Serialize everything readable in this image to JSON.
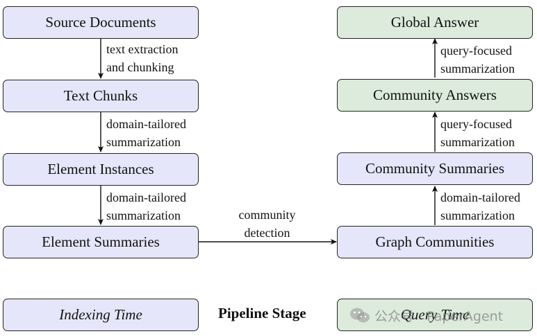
{
  "left_column": [
    {
      "label": "Source Documents"
    },
    {
      "label": "Text Chunks"
    },
    {
      "label": "Element Instances"
    },
    {
      "label": "Element Summaries"
    }
  ],
  "right_column": [
    {
      "label": "Global Answer"
    },
    {
      "label": "Community Answers"
    },
    {
      "label": "Community Summaries"
    },
    {
      "label": "Graph Communities"
    }
  ],
  "edges": [
    {
      "from": "Source Documents",
      "to": "Text Chunks",
      "lines": [
        "text extraction",
        "and chunking"
      ]
    },
    {
      "from": "Text Chunks",
      "to": "Element Instances",
      "lines": [
        "domain-tailored",
        "summarization"
      ]
    },
    {
      "from": "Element Instances",
      "to": "Element Summaries",
      "lines": [
        "domain-tailored",
        "summarization"
      ]
    },
    {
      "from": "Element Summaries",
      "to": "Graph Communities",
      "lines": [
        "community",
        "detection"
      ]
    },
    {
      "from": "Graph Communities",
      "to": "Community Summaries",
      "lines": [
        "domain-tailored",
        "summarization"
      ]
    },
    {
      "from": "Community Summaries",
      "to": "Community Answers",
      "lines": [
        "query-focused",
        "summarization"
      ]
    },
    {
      "from": "Community Answers",
      "to": "Global Answer",
      "lines": [
        "query-focused",
        "summarization"
      ]
    }
  ],
  "legend": {
    "indexing": "Indexing Time",
    "stage": "Pipeline Stage",
    "query": "Query Time"
  },
  "watermark": "公众号 · PaperAgent",
  "colors": {
    "indexing_fill": "#e6e6fb",
    "query_fill": "#dcebdc",
    "stroke": "#222222"
  }
}
